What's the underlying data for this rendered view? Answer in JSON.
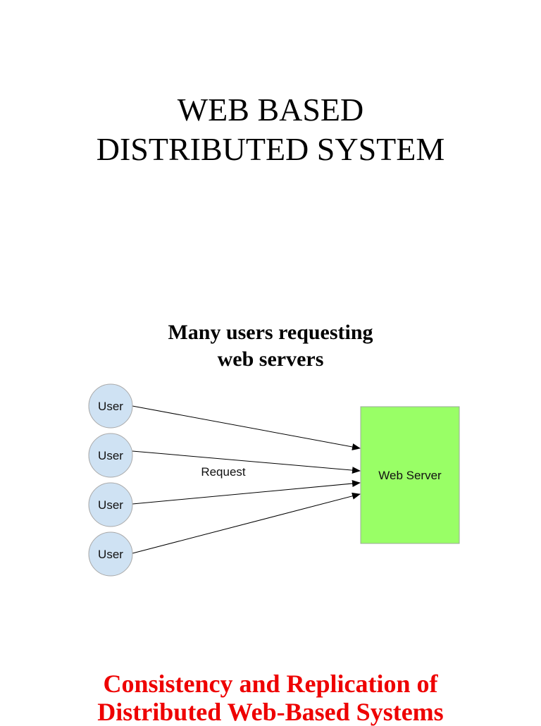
{
  "title": {
    "line1": "WEB BASED",
    "line2": "DISTRIBUTED SYSTEM"
  },
  "subtitle": {
    "line1": "Many users requesting",
    "line2": "web servers"
  },
  "diagram": {
    "users": [
      {
        "label": "User"
      },
      {
        "label": "User"
      },
      {
        "label": "User"
      },
      {
        "label": "User"
      }
    ],
    "edge_label": "Request",
    "server_label": "Web Server",
    "colors": {
      "user_fill": "#cfe2f3",
      "user_stroke": "#a9a9a9",
      "server_fill": "#99ff66",
      "server_stroke": "#9aa89a",
      "arrow": "#000000"
    }
  },
  "footer": {
    "line1": "Consistency and Replication of",
    "line2": "Distributed Web-Based Systems",
    "color": "#ee0000"
  }
}
